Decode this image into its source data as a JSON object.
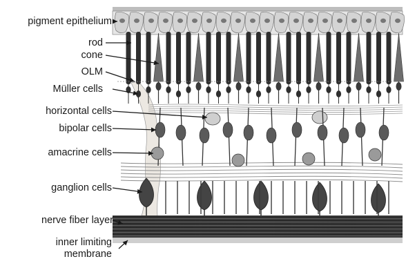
{
  "labels": {
    "pigment_epithelium": "pigment epithelium",
    "rod": "rod",
    "cone": "cone",
    "olm": "OLM",
    "muller_cells": "Müller cells",
    "horizontal_cells": "horizontal cells",
    "bipolar_cells": "bipolar cells",
    "amacrine_cells": "amacrine cells",
    "ganglion_cells": "ganglion cells",
    "nerve_fiber_layer": "nerve fiber layer",
    "inner_limiting_membrane_line1": "inner limiting",
    "inner_limiting_membrane_line2": "membrane"
  },
  "colors": {
    "ink": "#1a1a1a",
    "pigment_fill": "#d9d9d9",
    "rod_fill": "#2e2e2e",
    "cone_fill": "#6e6e6e",
    "cell_fill": "#5a5a5a",
    "soma_fill": "#444444",
    "muller_fill": "#ece8e2",
    "fiber_dark": "#2a2a2a",
    "fiber_light": "#8a8a8a"
  }
}
